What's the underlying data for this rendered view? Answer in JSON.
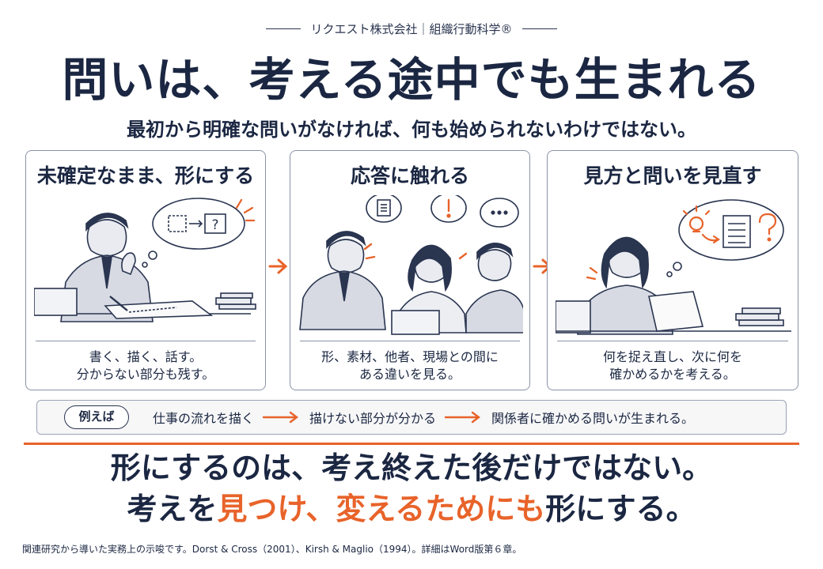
{
  "header": {
    "text": "リクエスト株式会社｜組織行動科学®"
  },
  "title": "問いは、考える途中でも生まれる",
  "subtitle": "最初から明確な問いがなければ、何も始められないわけではない。",
  "panels": [
    {
      "title": "未確定なまま、形にする",
      "caption_line1": "書く、描く、話す。",
      "caption_line2": "分からない部分も残す。"
    },
    {
      "title": "応答に触れる",
      "caption_line1": "形、素材、他者、現場との間に",
      "caption_line2": "ある違いを見る。"
    },
    {
      "title": "見方と問いを見直す",
      "caption_line1": "何を捉え直し、次に何を",
      "caption_line2": "確かめるかを考える。"
    }
  ],
  "example": {
    "label": "例えば",
    "steps": [
      "仕事の流れを描く",
      "描けない部分が分かる",
      "関係者に確かめる問いが生まれる。"
    ]
  },
  "conclusion": {
    "line1": "形にするのは、考え終えた後だけではない。",
    "line2_a": "考えを",
    "line2_b": "見つけ、変えるためにも",
    "line2_c": "形にする。"
  },
  "footnote": "関連研究から導いた実務上の示唆です。Dorst & Cross（2001）、Kirsh & Maglio（1994）。詳細はWord版第６章。",
  "colors": {
    "accent": "#e8632a",
    "navy": "#1b2742",
    "border": "#8a93a6"
  },
  "icons": {
    "panel1": [
      "thinking-man-icon",
      "thought-bubble-icon",
      "laptop-icon",
      "books-icon",
      "pencil-icon"
    ],
    "panel2": [
      "document-bubble-icon",
      "exclamation-bubble-icon",
      "ellipsis-bubble-icon",
      "discussion-people-icon"
    ],
    "panel3": [
      "thinking-woman-icon",
      "lightbulb-icon",
      "document-icon",
      "question-icon",
      "books-icon"
    ]
  }
}
